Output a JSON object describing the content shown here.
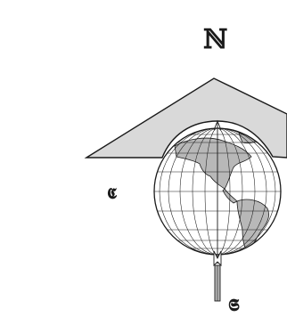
{
  "labels": {
    "north": "ℕ",
    "west": "𝕮",
    "south": "𝕾"
  },
  "colors": {
    "background": "#ffffff",
    "ink": "#1a1a1a",
    "arrow_fill": "#d9d9d9",
    "land_fill": "#b8b8b8"
  },
  "icons": [
    "north-arrow-icon",
    "globe-icon",
    "graticule-icon",
    "north-pointer-icon"
  ]
}
